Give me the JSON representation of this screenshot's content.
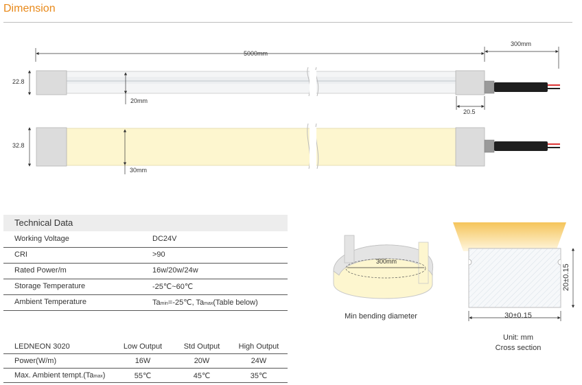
{
  "page": {
    "title": "Dimension"
  },
  "drawing": {
    "length_label": "5000mm",
    "cable_label": "300mm",
    "top_height_label": "22.8",
    "top_width_label": "20mm",
    "cap_label": "20.5",
    "bottom_height_label": "32.8",
    "bottom_width_label": "30mm"
  },
  "technical": {
    "header": "Technical Data",
    "rows": [
      {
        "key": "Working Voltage",
        "value": "DC24V"
      },
      {
        "key": "CRI",
        "value": ">90"
      },
      {
        "key": "Rated Power/m",
        "value": "16w/20w/24w"
      },
      {
        "key": "Storage Temperature",
        "value": "-25℃~60℃"
      }
    ],
    "ambient": {
      "key": "Ambient Temperature",
      "ta_min_prefix": "Ta",
      "ta_min_sub": "min",
      "ta_min_value": "=-25℃, ",
      "ta_max_prefix": "Ta",
      "ta_max_sub": "max",
      "ta_max_value": "(Table below)"
    }
  },
  "output": {
    "header": [
      "LEDNEON 3020",
      "Low Output",
      "Std Output",
      "High Output"
    ],
    "power": [
      "Power(W/m)",
      "16W",
      "20W",
      "24W"
    ],
    "ambient_label_prefix": "Max. Ambient tempt.(Ta",
    "ambient_label_sub": "max",
    "ambient_label_suffix": ")",
    "ambient_values": [
      "55℃",
      "45℃",
      "35℃"
    ]
  },
  "bending": {
    "diameter_label": "300mm",
    "caption": "Min bending diameter"
  },
  "cross": {
    "height_label": "20±0.15",
    "width_label": "30±0.15",
    "unit": "Unit: mm",
    "caption": "Cross section"
  },
  "colors": {
    "accent": "#e8891a",
    "warm_light": "#fdf6cf",
    "glow": "#f5c45a",
    "cap": "#dcdcdc"
  }
}
